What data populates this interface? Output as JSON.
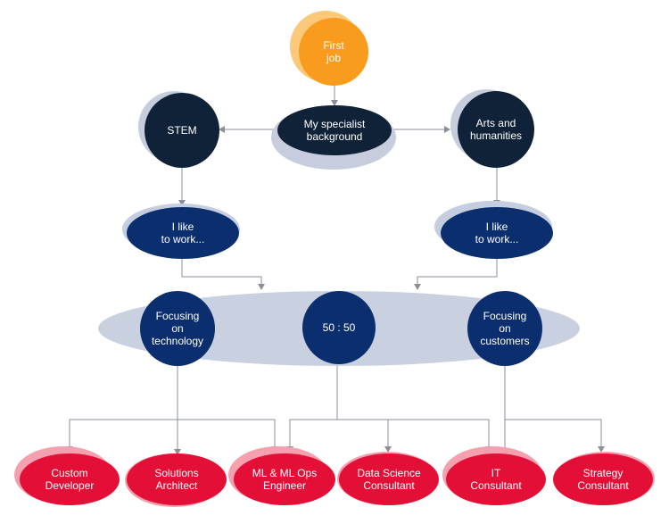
{
  "diagram": {
    "start": "First\njob",
    "background": "My specialist\nbackground",
    "stem": "STEM",
    "arts": "Arts and\nhumanities",
    "like_left": "I like\nto work...",
    "like_right": "I like\nto work...",
    "focus_tech": "Focusing\non\ntechnology",
    "balance": "50 : 50",
    "focus_customers": "Focusing\non\ncustomers",
    "roles": [
      "Custom\nDeveloper",
      "Solutions\nArchitect",
      "ML & ML Ops\nEngineer",
      "Data Science\nConsultant",
      "IT\nConsultant",
      "Strategy\nConsultant"
    ]
  },
  "colors": {
    "start": "#f99b1c",
    "dark_node": "#0f2238",
    "navy_node": "#0b2f6e",
    "role_node": "#e30f37",
    "band": "#c9d0e0",
    "connector": "#8a8f98"
  }
}
